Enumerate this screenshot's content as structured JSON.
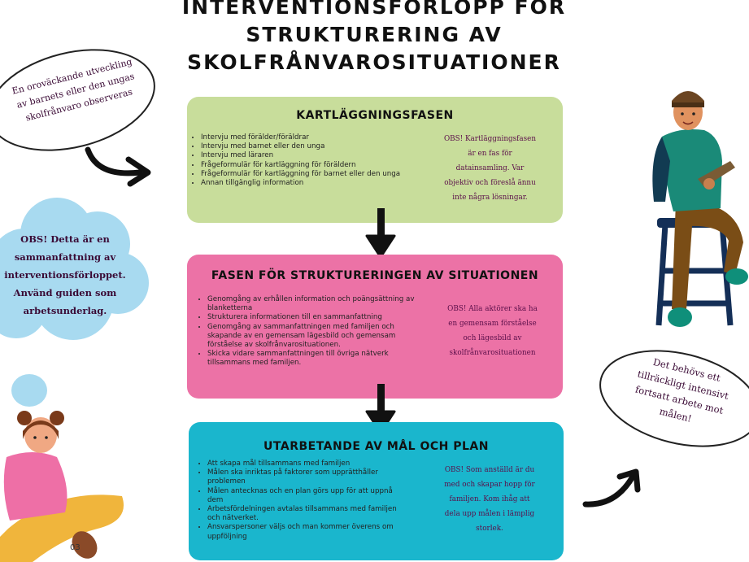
{
  "title": [
    "INTERVENTIONSFÖRLOPP FÖR",
    "STRUKTURERING AV",
    "SKOLFRÅNVAROSITUATIONER"
  ],
  "phases": [
    {
      "heading": "KARTLÄGGNINGSFASEN",
      "items": [
        "Intervju med förälder/föräldrar",
        "Intervju med barnet eller den unga",
        "Intervju med läraren",
        "Frågeformulär för kartläggning för föräldern",
        "Frågeformulär för kartläggning för barnet eller den unga",
        "Annan tillgänglig information"
      ],
      "note": [
        "OBS! Kartläggningsfasen",
        "är en fas för",
        "datainsamling. Var",
        "objektiv och föreslå ännu",
        "inte några lösningar."
      ]
    },
    {
      "heading": "FASEN FÖR STRUKTURERINGEN AV SITUATIONEN",
      "items": [
        "Genomgång av erhållen information och poängsättning av blanketterna",
        "Strukturera informationen till en sammanfattning",
        "Genomgång av sammanfattningen med familjen och skapande av en gemensam lägesbild och gemensam förståelse av skolfrånvarosituationen.",
        "Skicka vidare sammanfattningen till övriga nätverk tillsammans med familjen."
      ],
      "note": [
        "OBS! Alla aktörer ska ha",
        "en gemensam förståelse",
        "och lägesbild av",
        "skolfrånvarosituationen"
      ]
    },
    {
      "heading": "UTARBETANDE AV MÅL OCH PLAN",
      "items": [
        "Att skapa mål tillsammans med familjen",
        "Målen ska inriktas på faktorer som upprätthåller problemen",
        "Målen antecknas och en plan görs upp för att uppnå dem",
        "Arbetsfördelningen avtalas tillsammans med familjen och nätverket.",
        "Ansvarspersoner väljs och man kommer överens om uppföljning"
      ],
      "note": [
        "OBS! Som anställd är du",
        "med och skapar hopp för",
        "familjen. Kom ihåg att",
        "dela upp målen i lämplig",
        "storlek."
      ]
    }
  ],
  "bubbles": {
    "top_left": [
      "En oroväckande utveckling",
      "av barnets eller den ungas",
      "skolfrånvaro observeras"
    ],
    "mid_left": [
      "OBS! Detta är en",
      "sammanfattning av",
      "interventionsförloppet.",
      "Använd guiden som",
      "arbetsunderlag."
    ],
    "right": [
      "Det behövs ett",
      "tillräckligt intensivt",
      "fortsatt arbete mot",
      "målen!"
    ]
  },
  "page_number": "03",
  "colors": {
    "phase1": "#c8dd9b",
    "phase2": "#ec72a6",
    "phase3": "#1ab6cd",
    "cloud": "#a8daf0",
    "note_text": "#5b0f4a"
  }
}
